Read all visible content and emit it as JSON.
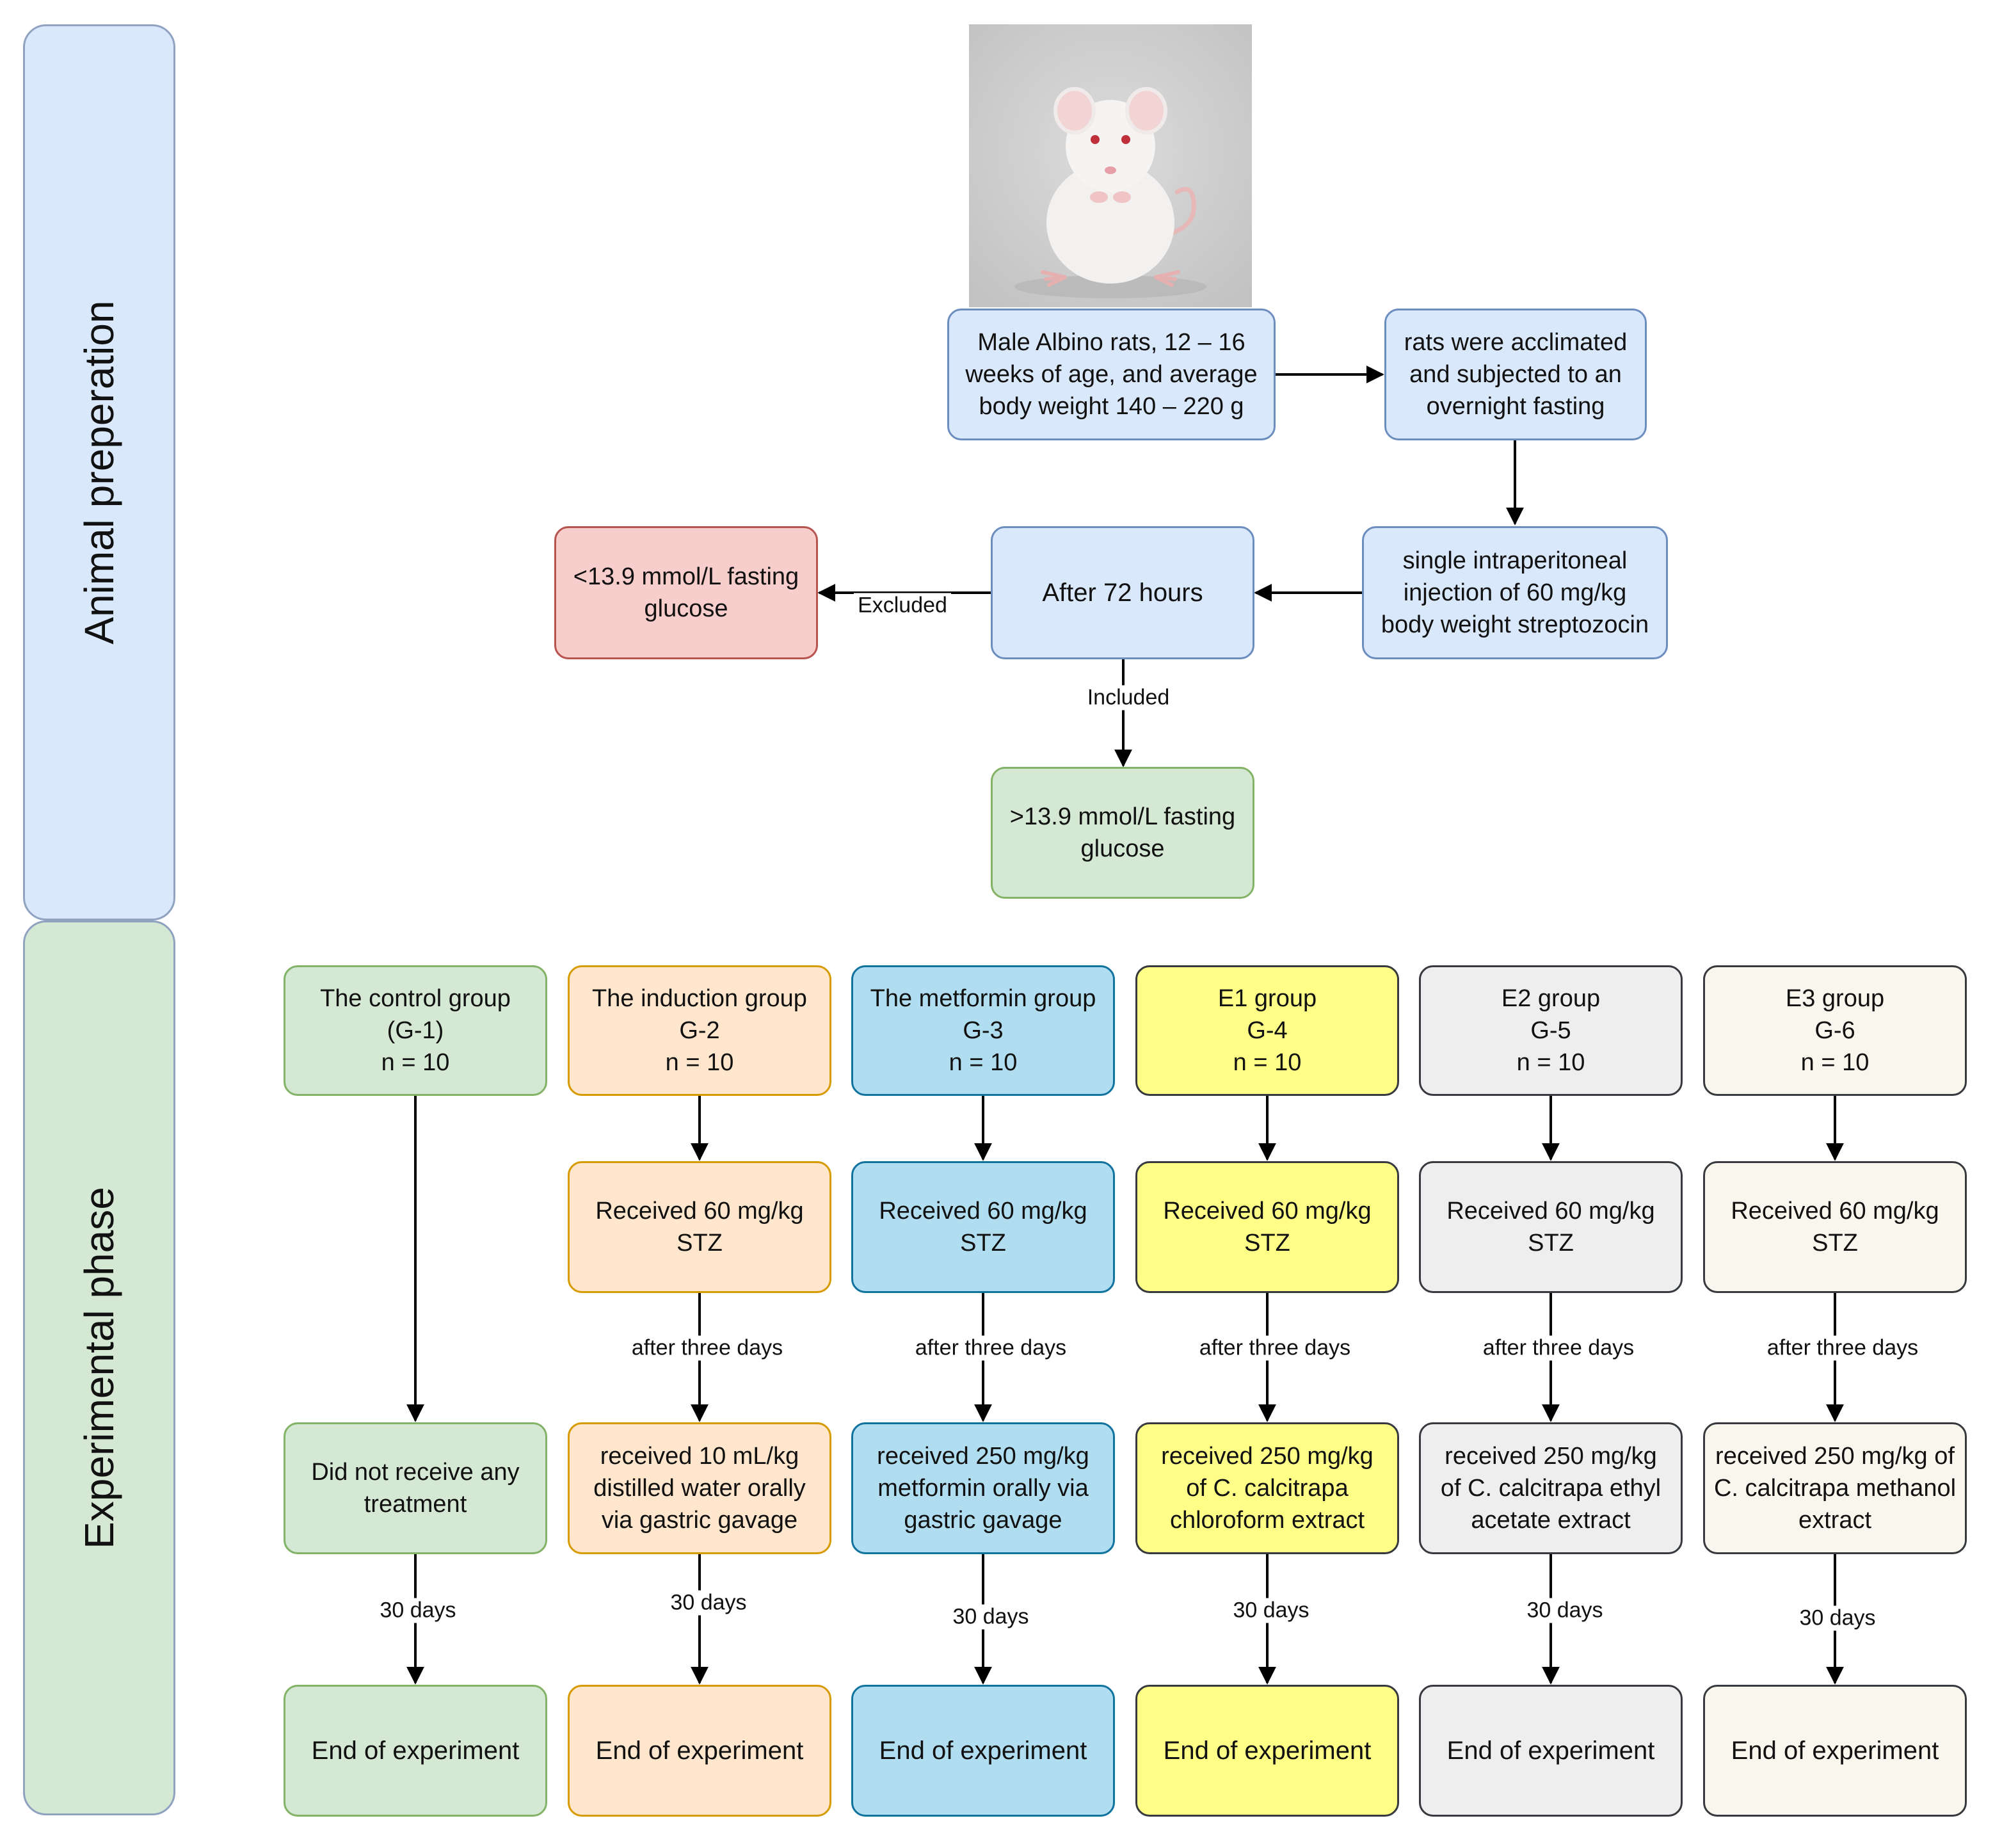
{
  "phases": {
    "animal": "Animal preperation",
    "experimental": "Experimental phase"
  },
  "prep": {
    "rats": [
      "Male Albino rats, 12 – 16",
      "weeks of age, and average",
      "body weight 140 – 220 g"
    ],
    "acclimated": [
      "rats were acclimated",
      "and subjected to an",
      "overnight fasting"
    ],
    "injection": [
      "single intraperitoneal",
      "injection  of 60 mg/kg",
      "body weight streptozocin"
    ],
    "after72": "After 72 hours",
    "excluded_box": [
      "<13.9 mmol/L fasting",
      "glucose"
    ],
    "included_box": [
      ">13.9 mmol/L fasting",
      "glucose"
    ],
    "excluded_label": "Excluded",
    "included_label": "Included"
  },
  "groups": [
    {
      "header": [
        "The control group",
        "(G-1)",
        "n = 10"
      ],
      "stz": null,
      "delay": null,
      "treatment": [
        "Did not receive any",
        "treatment"
      ],
      "duration": "30 days",
      "end": "End of experiment",
      "fill": "#d5e8d4",
      "stroke": "#82b366"
    },
    {
      "header": [
        "The induction group",
        "G-2",
        "n = 10"
      ],
      "stz": [
        "Received 60 mg/kg",
        "STZ"
      ],
      "delay": "after three days",
      "treatment": [
        "received 10 mL/kg",
        "distilled water orally",
        "via gastric gavage"
      ],
      "duration": "30 days",
      "end": "End of experiment",
      "fill": "#ffe6cc",
      "stroke": "#d79b00"
    },
    {
      "header": [
        "The metformin group",
        "G-3",
        "n = 10"
      ],
      "stz": [
        "Received 60 mg/kg",
        "STZ"
      ],
      "delay": "after three days",
      "treatment": [
        "received 250 mg/kg",
        "metformin orally via",
        "gastric gavage"
      ],
      "duration": "30 days",
      "end": "End of experiment",
      "fill": "#b1ddf0",
      "stroke": "#10739e"
    },
    {
      "header": [
        "E1 group",
        "G-4",
        "n = 10"
      ],
      "stz": [
        "Received 60 mg/kg",
        "STZ"
      ],
      "delay": "after three days",
      "treatment": [
        "received 250 mg/kg",
        "of C. calcitrapa",
        "chloroform extract"
      ],
      "duration": "30 days",
      "end": "End of experiment",
      "fill": "#ffff88",
      "stroke": "#36393d"
    },
    {
      "header": [
        "E2 group",
        "G-5",
        "n = 10"
      ],
      "stz": [
        "Received 60 mg/kg",
        "STZ"
      ],
      "delay": "after three days",
      "treatment": [
        "received 250 mg/kg",
        "of C. calcitrapa ethyl",
        "acetate extract"
      ],
      "duration": "30 days",
      "end": "End of experiment",
      "fill": "#eeeeee",
      "stroke": "#36393d"
    },
    {
      "header": [
        "E3 group",
        "G-6",
        "n = 10"
      ],
      "stz": [
        "Received 60 mg/kg",
        "STZ"
      ],
      "delay": "after three days",
      "treatment": [
        "received 250 mg/kg of",
        "C. calcitrapa methanol",
        "extract"
      ],
      "duration": "30 days",
      "end": "End of experiment",
      "fill": "#f9f7ed",
      "stroke": "#36393d"
    }
  ],
  "colors": {
    "prep_fill": "#dae8fc",
    "prep_stroke": "#6c8ebf",
    "excluded_fill": "#f8cecc",
    "excluded_stroke": "#b85450",
    "included_fill": "#d5e8d4",
    "included_stroke": "#82b366",
    "phase_animal_fill": "#dae8fc",
    "phase_experimental_fill": "#d5e8d4",
    "arrow": "#000000"
  },
  "image": {
    "icon": "albino-rat-photo-icon"
  }
}
